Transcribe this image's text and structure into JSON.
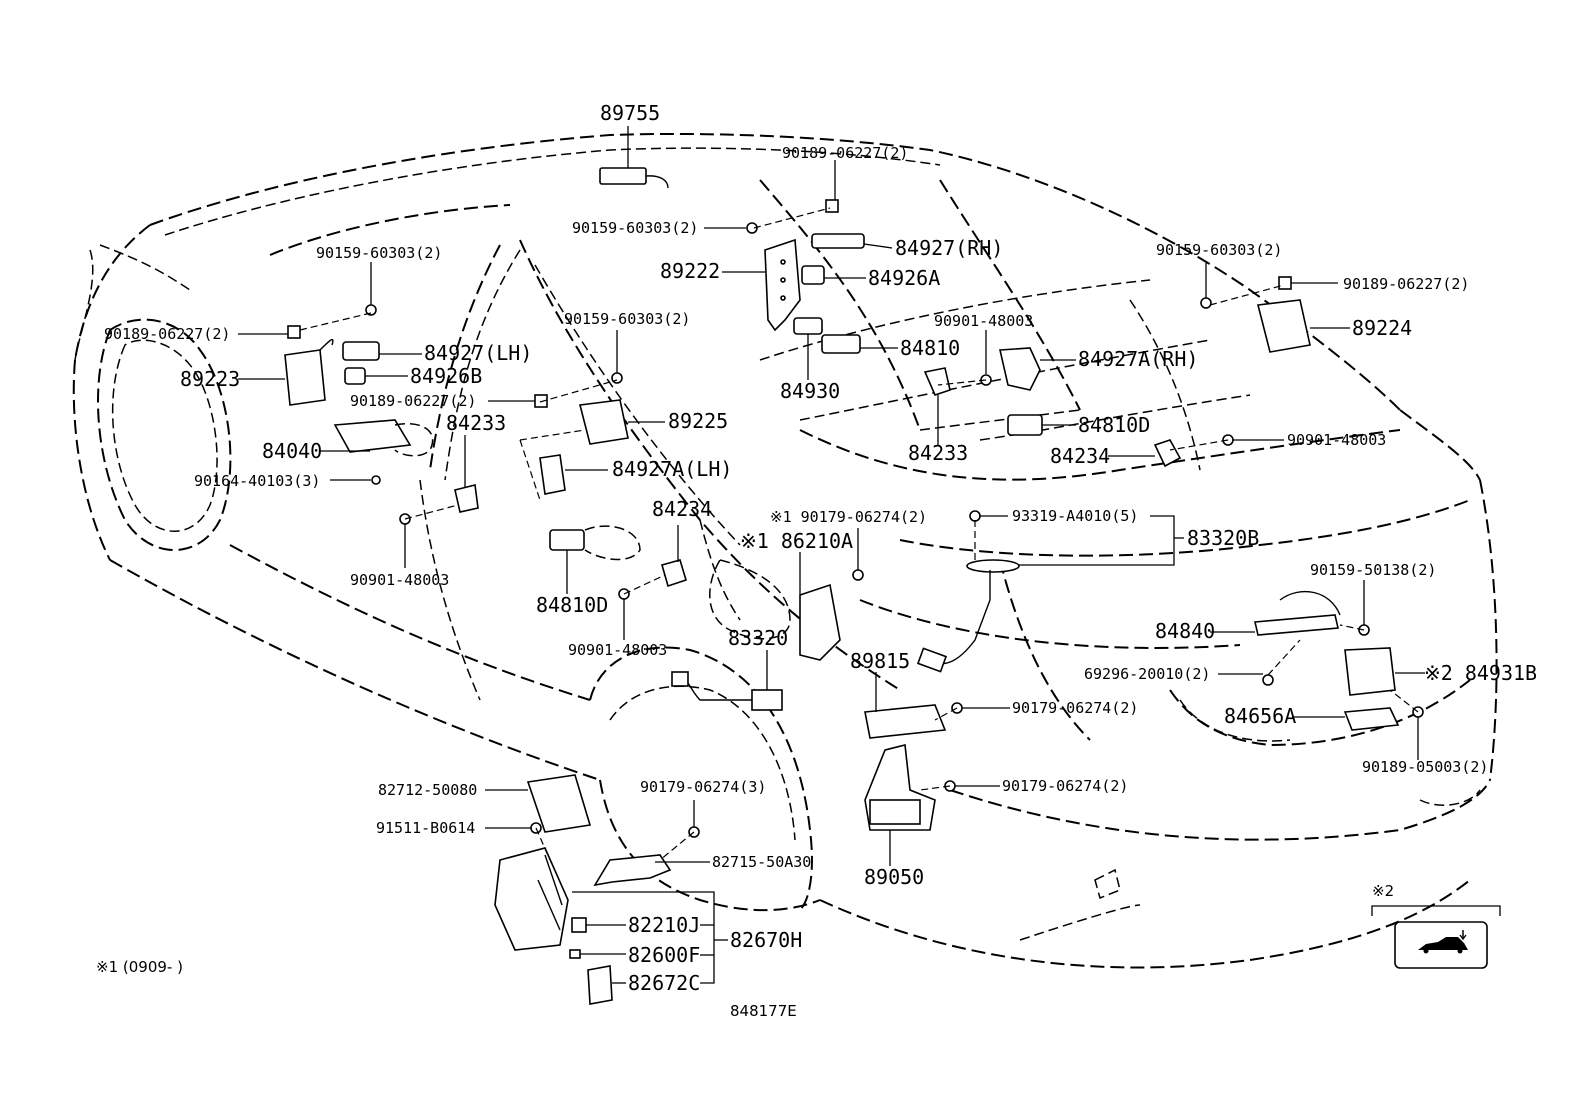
{
  "labels": {
    "l89755": "89755",
    "l90189_06227_a": "90189-06227(2)",
    "l90159_60303_a": "90159-60303(2)",
    "l84927_rh": "84927(RH)",
    "l89222": "89222",
    "l84926a": "84926A",
    "l90159_60303_b": "90159-60303(2)",
    "l90189_06227_b": "90189-06227(2)",
    "l90901_48003_a": "90901-48003",
    "l89224": "89224",
    "l84810": "84810",
    "l84930": "84930",
    "l84927a_rh": "84927A(RH)",
    "l90159_60303_c": "90159-60303(2)",
    "l90189_06227_c": "90189-06227(2)",
    "l84927_lh": "84927(LH)",
    "l89223": "89223",
    "l84926b": "84926B",
    "l90159_60303_d": "90159-60303(2)",
    "l90189_06227_d": "90189-06227(2)",
    "l84040": "84040",
    "l84233_a": "84233",
    "l89225": "89225",
    "l84810d_a": "84810D",
    "l84233_b": "84233",
    "l84234_a": "84234",
    "l90901_48003_b": "90901-48003",
    "l90164_40103": "90164-40103(3)",
    "l84927a_lh": "84927A(LH)",
    "l84234_b": "84234",
    "l90179_06274_a": "※1 90179-06274(2)",
    "l93319_a4010": "93319-A4010(5)",
    "l83320b": "83320B",
    "l90901_48003_c": "90901-48003",
    "l86210a": "※1 86210A",
    "l84810d_b": "84810D",
    "l90901_48003_d": "90901-48003",
    "l90159_50138": "90159-50138(2)",
    "l84840": "84840",
    "l83320": "83320",
    "l89815": "89815",
    "l69296_20010": "69296-20010(2)",
    "l84931b": "※2 84931B",
    "l90179_06274_b": "90179-06274(2)",
    "l84656a": "84656A",
    "l82712_50080": "82712-50080",
    "l90179_06274_c": "90179-06274(3)",
    "l90179_06274_d": "90179-06274(2)",
    "l90189_05003": "90189-05003(2)",
    "l91511_b0614": "91511-B0614",
    "l82715_50a30": "82715-50A30",
    "l89050": "89050",
    "l82210j": "82210J",
    "l82600f": "82600F",
    "l82670h": "82670H",
    "l82672c": "82672C",
    "note1": "※1 (0909-    )",
    "note2_mark": "※2",
    "figure_code": "848177E"
  },
  "icons": {
    "trunk_open_symbol": "car-trunk-open-icon"
  }
}
